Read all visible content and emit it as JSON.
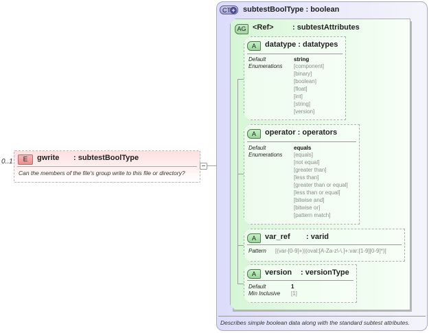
{
  "element": {
    "occurrence": "0..1",
    "badge": "E",
    "name": "gwrite",
    "type": ": subtestBoolType",
    "documentation": "Can the members of the file's group write to this file or directory?"
  },
  "complex_type": {
    "badge": "CT",
    "badge_icon": "plus-icon",
    "title": "subtestBoolType : boolean",
    "documentation": "Describes simple boolean data along with the standard subtest attributes."
  },
  "attribute_group": {
    "badge": "AG",
    "ref": "<Ref>",
    "type": ": subtestAttributes",
    "attributes": [
      {
        "badge": "A",
        "name": "datatype : datatypes",
        "properties": [
          {
            "label": "Default",
            "value": "string"
          },
          {
            "label": "Enumerations",
            "values": [
              "[component]",
              "[binary]",
              "[boolean]",
              "[float]",
              "[int]",
              "[string]",
              "[version]"
            ]
          }
        ]
      },
      {
        "badge": "A",
        "name": "operator : operators",
        "properties": [
          {
            "label": "Default",
            "value": "equals"
          },
          {
            "label": "Enumerations",
            "values": [
              "[equals]",
              "[not equal]",
              "[greater than]",
              "[less than]",
              "[greater than or equal]",
              "[less than or equal]",
              "[bitwise and]",
              "[bitwise or]",
              "[pattern match]"
            ]
          }
        ]
      },
      {
        "badge": "A",
        "name": "var_ref",
        "type": ": varid",
        "properties": [
          {
            "label": "Pattern",
            "value": "[(var-[0-9]+)|(oval:[A-Za-z\\-\\.]+:var:[1-9][0-9]*)]"
          }
        ]
      },
      {
        "badge": "A",
        "name": "version",
        "type": ": versionType",
        "properties": [
          {
            "label": "Default",
            "value": "1"
          },
          {
            "label": "Min Inclusive",
            "value": "[1]"
          }
        ]
      }
    ]
  }
}
